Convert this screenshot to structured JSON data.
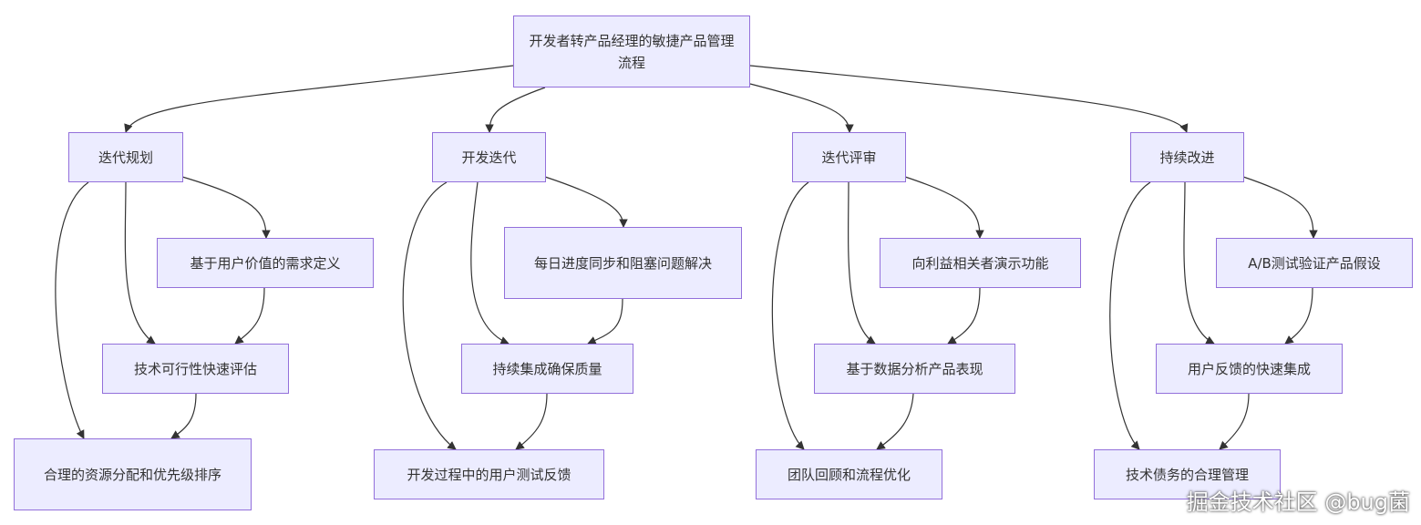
{
  "root": {
    "label": "开发者转产品经理的敏捷产品管理流程"
  },
  "branches": [
    {
      "title": "迭代规划",
      "a": "基于用户价值的需求定义",
      "b": "技术可行性快速评估",
      "c": "合理的资源分配和优先级排序"
    },
    {
      "title": "开发迭代",
      "a": "每日进度同步和阻塞问题解决",
      "b": "持续集成确保质量",
      "c": "开发过程中的用户测试反馈"
    },
    {
      "title": "迭代评审",
      "a": "向利益相关者演示功能",
      "b": "基于数据分析产品表现",
      "c": "团队回顾和流程优化"
    },
    {
      "title": "持续改进",
      "a": "A/B测试验证产品假设",
      "b": "用户反馈的快速集成",
      "c": "技术债务的合理管理"
    }
  ],
  "watermark": "掘金技术社区 @bug菌",
  "colors": {
    "node_fill": "#ECECFF",
    "node_border": "#9370DB",
    "edge": "#333333",
    "text": "#333333"
  }
}
